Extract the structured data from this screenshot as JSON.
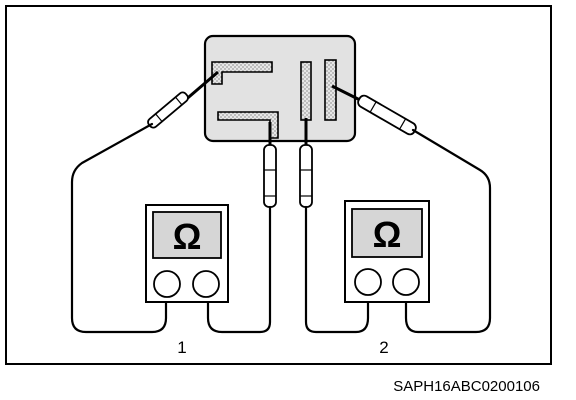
{
  "diagram": {
    "meters": [
      {
        "number": "1",
        "symbol": "Ω"
      },
      {
        "number": "2",
        "symbol": "Ω"
      }
    ],
    "figure_code": "SAPH16ABC0200106"
  }
}
